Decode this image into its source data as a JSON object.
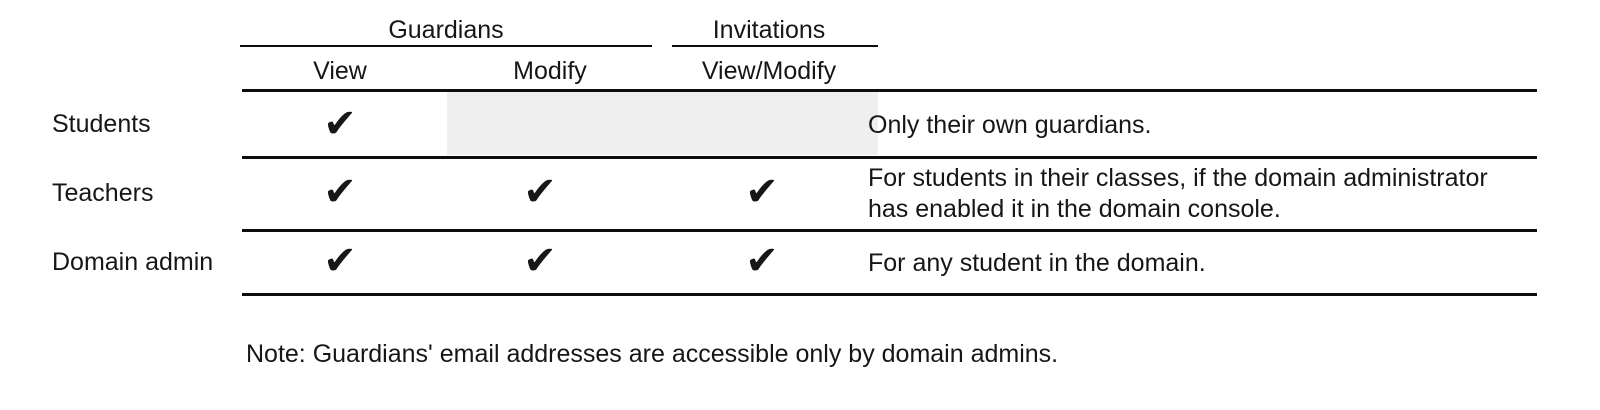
{
  "table": {
    "column_groups": [
      {
        "label": "Guardians"
      },
      {
        "label": "Invitations"
      }
    ],
    "columns": [
      {
        "label": ""
      },
      {
        "label": "View"
      },
      {
        "label": "Modify"
      },
      {
        "label": "View/Modify"
      },
      {
        "label": ""
      }
    ],
    "check_glyph": "✔",
    "rows": [
      {
        "label": "Students",
        "guardians_view": "✔",
        "guardians_modify": "",
        "invitations_view_modify": "",
        "description": "Only their own guardians."
      },
      {
        "label": "Teachers",
        "guardians_view": "✔",
        "guardians_modify": "✔",
        "invitations_view_modify": "✔",
        "description": "For students in their classes, if the domain administrator has enabled it in the domain console."
      },
      {
        "label": "Domain admin",
        "guardians_view": "✔",
        "guardians_modify": "✔",
        "invitations_view_modify": "✔",
        "description": "For any student in the domain."
      }
    ]
  },
  "note": "Note: Guardians' email addresses are accessible only by domain admins.",
  "colors": {
    "rule": "#0d0d0d",
    "text": "#161616",
    "shaded_cell": "#efefef",
    "background": "#ffffff"
  }
}
